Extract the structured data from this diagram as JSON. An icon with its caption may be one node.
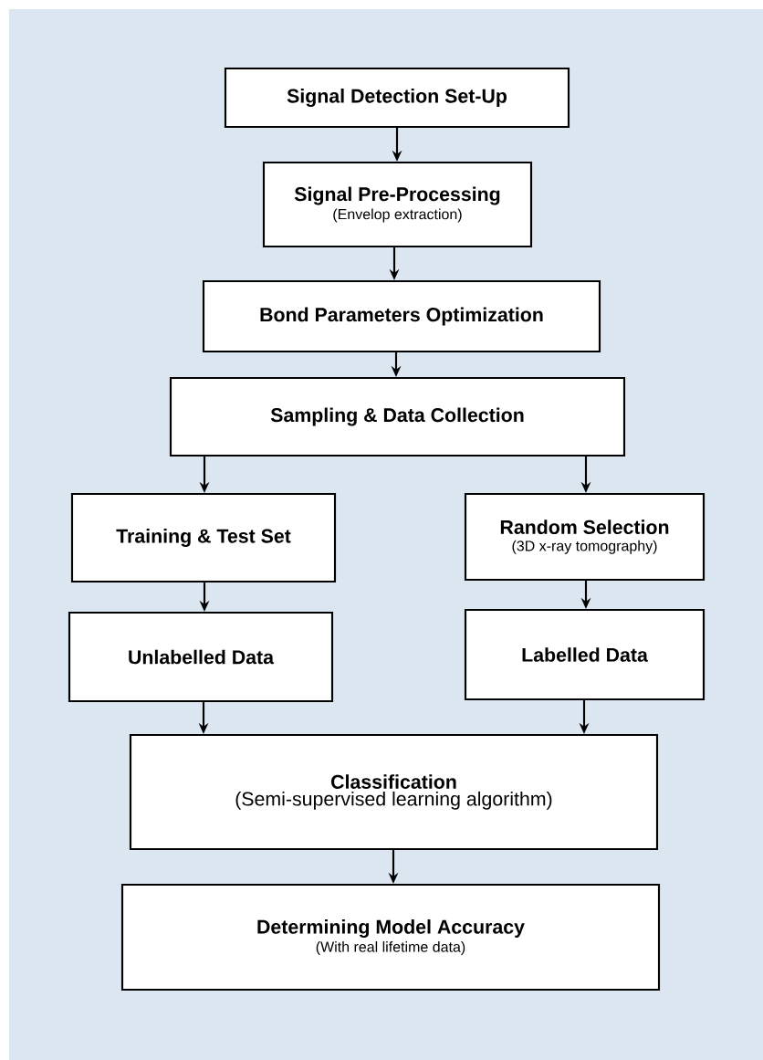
{
  "diagram": {
    "nodes": [
      {
        "text": [
          "Signal Detection Set-Up"
        ]
      },
      {
        "text": [
          "Signal Pre-Processing",
          "(Envelop extraction)"
        ]
      },
      {
        "text": [
          "Bond Parameters Optimization"
        ]
      },
      {
        "text": [
          "Sampling & Data Collection"
        ]
      },
      {
        "text": [
          "Training & Test Set"
        ]
      },
      {
        "text": [
          "Random Selection",
          "(3D x-ray tomography)"
        ]
      },
      {
        "text": [
          "Unlabelled Data"
        ]
      },
      {
        "text": [
          "Labelled Data"
        ]
      },
      {
        "text": [
          "Classification",
          "(Semi-supervised learning algorithm)"
        ]
      },
      {
        "text": [
          "Determining Model Accuracy",
          "(With real lifetime data)"
        ]
      }
    ],
    "edges": [
      {
        "from": 0,
        "to": 1,
        "arrow": "to"
      },
      {
        "from": 1,
        "to": 2,
        "arrow": "to"
      },
      {
        "from": 2,
        "to": 3,
        "arrow": "to"
      },
      {
        "from": 3,
        "to": 4,
        "arrow": "to"
      },
      {
        "from": 3,
        "to": 5,
        "arrow": "to"
      },
      {
        "from": 4,
        "to": 6,
        "arrow": "to"
      },
      {
        "from": 5,
        "to": 7,
        "arrow": "to"
      },
      {
        "from": 6,
        "to": 8,
        "arrow": "to"
      },
      {
        "from": 7,
        "to": 8,
        "arrow": "to"
      },
      {
        "from": 8,
        "to": 9,
        "arrow": "to"
      }
    ]
  }
}
